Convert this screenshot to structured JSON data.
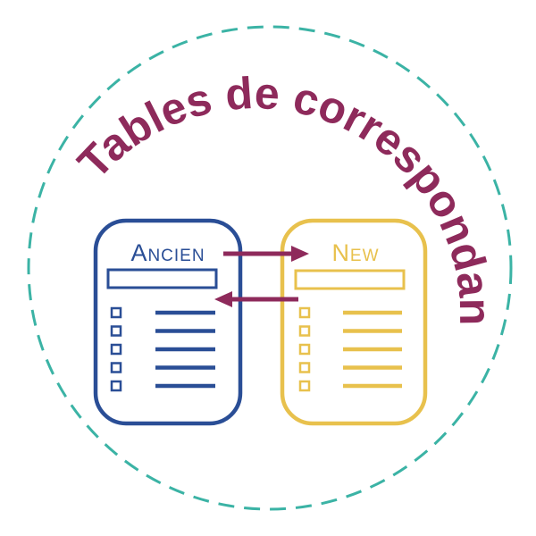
{
  "title": "Tables de correspondance",
  "colors": {
    "title": "#8e2a5b",
    "ring": "#3bb3a5",
    "ancien": "#2a4e96",
    "new": "#e8c14d",
    "arrow": "#8e2a5b"
  },
  "cards": {
    "ancien": {
      "label": "Ancien",
      "rows": 5
    },
    "new": {
      "label": "New",
      "rows": 5
    }
  }
}
